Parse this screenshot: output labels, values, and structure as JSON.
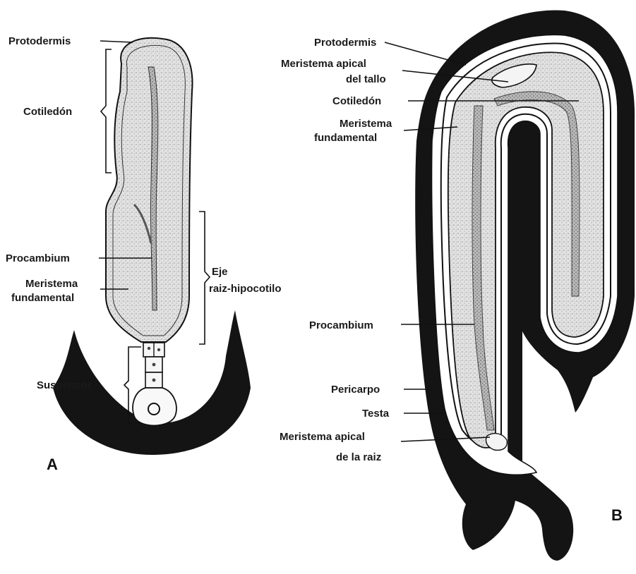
{
  "figure": {
    "panel_a": {
      "letter": "A",
      "labels": {
        "protodermis": "Protodermis",
        "cotiledon": "Cotiledón",
        "procambium": "Procambium",
        "meristema_fundamental_1": "Meristema",
        "meristema_fundamental_2": "fundamental",
        "eje_1": "Eje",
        "eje_2": "raiz-hipocotilo",
        "suspensor": "Suspensor"
      }
    },
    "panel_b": {
      "letter": "B",
      "labels": {
        "protodermis": "Protodermis",
        "meristema_apical_tallo_1": "Meristema apical",
        "meristema_apical_tallo_2": "del tallo",
        "cotiledon": "Cotiledón",
        "meristema_fundamental_1": "Meristema",
        "meristema_fundamental_2": "fundamental",
        "procambium": "Procambium",
        "pericarpo": "Pericarpo",
        "testa": "Testa",
        "meristema_apical_raiz_1": "Meristema apical",
        "meristema_apical_raiz_2": "de la raiz"
      }
    },
    "colors": {
      "tissue_dark": "#141414",
      "stipple_fill": "#d6d6d6",
      "procambium": "#6a6a6a",
      "outline": "#111111"
    }
  }
}
